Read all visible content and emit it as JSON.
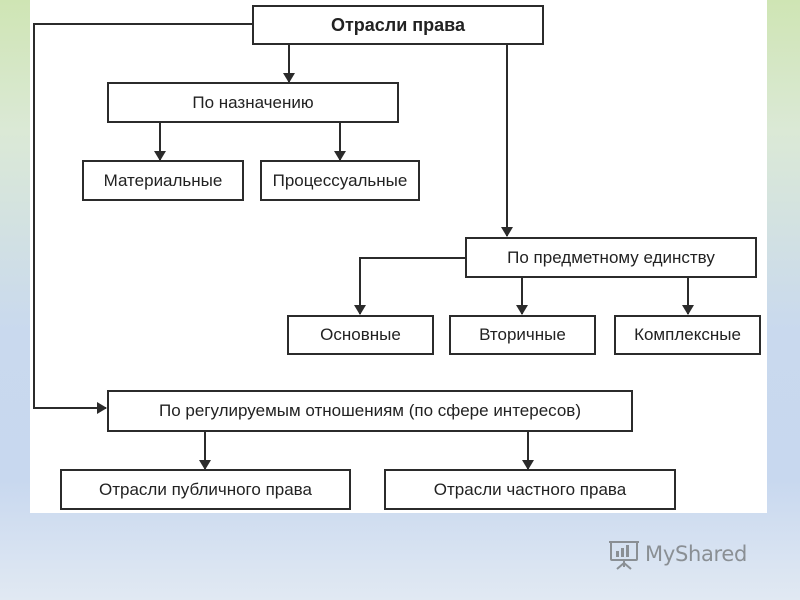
{
  "diagram": {
    "root": "Отрасли права",
    "by_purpose": "По назначению",
    "material": "Материальные",
    "procedural": "Процессуальные",
    "by_subject_unity": "По предметному единству",
    "basic": "Основные",
    "secondary": "Вторичные",
    "complex": "Комплексные",
    "by_regulated_relations": "По регулируемым отношениям (по сфере интересов)",
    "public_law": "Отрасли публичного права",
    "private_law": "Отрасли частного права"
  },
  "watermark": {
    "text": "MyShared",
    "icon": "presentation-board-icon"
  },
  "colors": {
    "line": "#2b2b2b",
    "watermark": "#8a8f94"
  }
}
